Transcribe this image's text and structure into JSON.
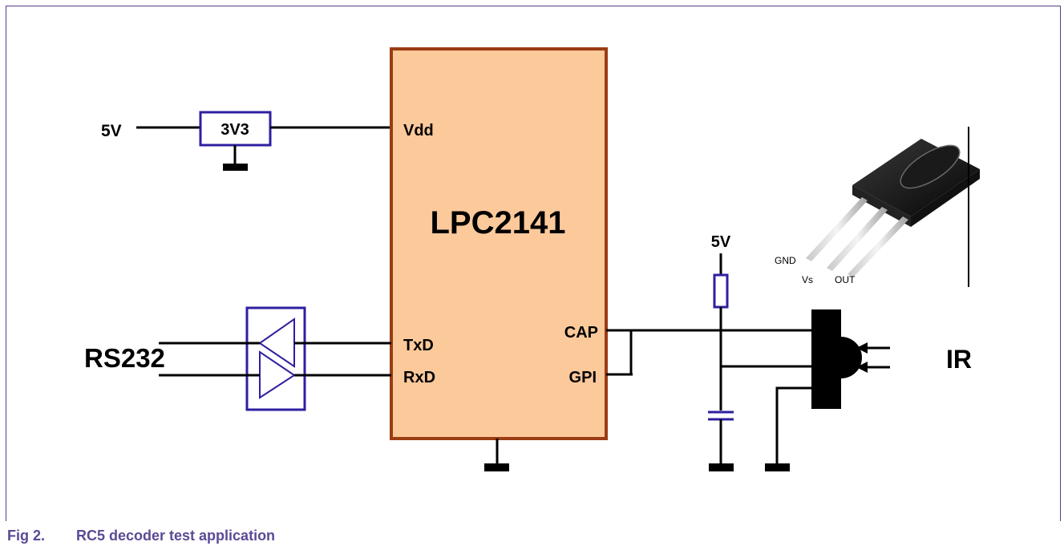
{
  "caption": {
    "number": "Fig 2.",
    "title": "RC5 decoder test application"
  },
  "colors": {
    "chip_fill": "#fcc99b",
    "chip_border": "#9b3c14",
    "component": "#2e1fa0",
    "wire": "#000000",
    "frame": "#5a3d8a",
    "caption": "#5b4a95"
  },
  "labels": {
    "supply_in": "5V",
    "regulator": "3V3",
    "chip_name": "LPC2141",
    "vdd": "Vdd",
    "txd": "TxD",
    "rxd": "RxD",
    "cap": "CAP",
    "gpi": "GPI",
    "rs232": "RS232",
    "pullup_supply": "5V",
    "ir": "IR"
  },
  "receiver_photo": {
    "pins": [
      "GND",
      "Vs",
      "OUT"
    ]
  }
}
